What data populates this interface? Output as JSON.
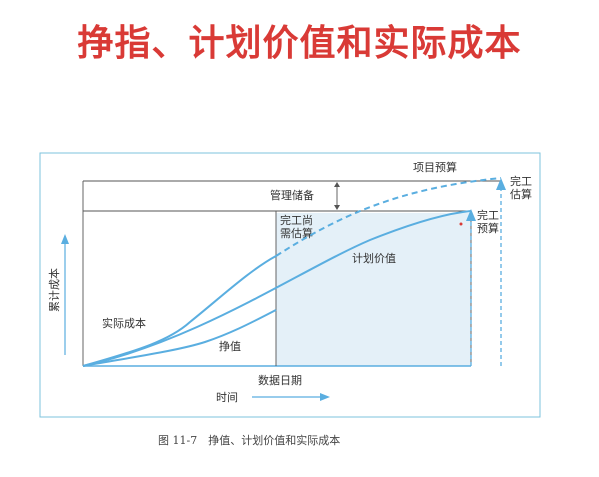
{
  "title": "挣指、计划价值和实际成本",
  "figure": {
    "y_axis_label": "累计成本",
    "x_axis_label": "时间",
    "data_date_label": "数据日期",
    "management_reserve_label": "管理储备",
    "etc_label_line1": "完工尚",
    "etc_label_line2": "需估算",
    "project_budget_label": "项目预算",
    "eac_label_line1": "完工",
    "eac_label_line2": "估算",
    "bac_label_line1": "完工",
    "bac_label_line2": "预算",
    "planned_value_label": "计划价值",
    "actual_cost_label": "实际成本",
    "earned_value_label": "挣值",
    "caption": "图 11-7　挣值、计划价值和实际成本"
  },
  "colors": {
    "title": "#d93a36",
    "frame": "#7ec3dc",
    "curve": "#5aaee0",
    "shade": "#e4f0f8",
    "text": "#333333"
  }
}
